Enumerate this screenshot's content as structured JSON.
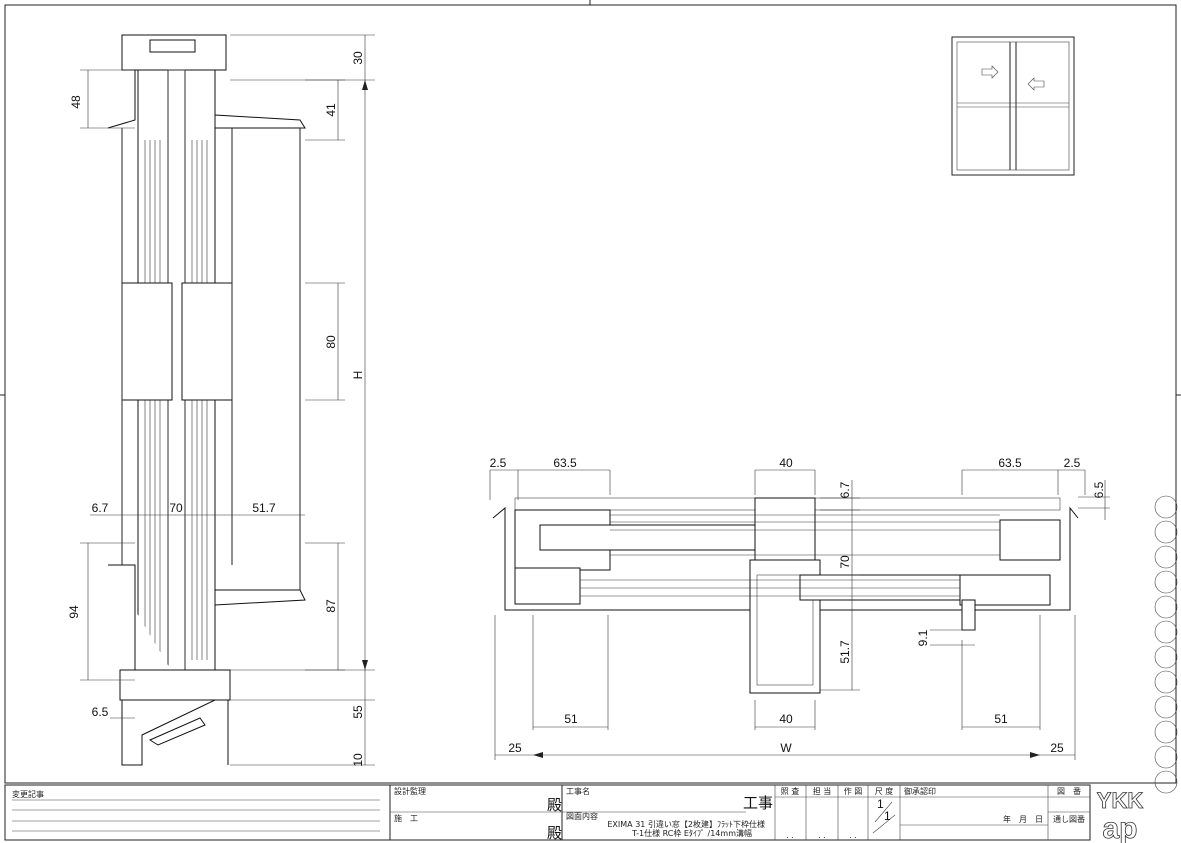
{
  "vertical_section": {
    "dims": {
      "top_30": "30",
      "left_48": "48",
      "right_41": "41",
      "mid_80": "80",
      "height_H": "H",
      "w_6_7": "6.7",
      "w_70": "70",
      "w_51_7": "51.7",
      "left_94": "94",
      "right_87": "87",
      "left_6_5": "6.5",
      "bottom_55": "55",
      "bottom_10": "10"
    }
  },
  "horizontal_section": {
    "dims": {
      "tl_2_5": "2.5",
      "tl_63_5": "63.5",
      "tc_40": "40",
      "tr_63_5": "63.5",
      "tr_2_5": "2.5",
      "r_6_5": "6.5",
      "c_6_7": "6.7",
      "c_70": "70",
      "c_9_1": "9.1",
      "c_51_7": "51.7",
      "bl_51": "51",
      "bc_40": "40",
      "br_51": "51",
      "bl_25": "25",
      "width_W": "W",
      "br_25": "25"
    }
  },
  "title_block": {
    "change_record": "変更記事",
    "design_supervision": "設計監理",
    "construction": "施　工",
    "honorific": "殿",
    "project_name_label": "工事名",
    "project_suffix": "工事",
    "drawing_content_label": "図面内容",
    "drawing_content_line1": "EXIMA 31 引違い窓【2枚建】ﾌﾗｯﾄ下枠仕様",
    "drawing_content_line2": "T-1仕様 RC枠 Eﾀｲﾌﾟ /14mm溝幅",
    "check": "照 査",
    "in_charge": "担 当",
    "drafting": "作 図",
    "scale_label": "尺 度",
    "scale_num": "1",
    "scale_den": "1",
    "approval": "御承認印",
    "date": "年　月　日",
    "drawing_no": "図　番",
    "serial_no": "通し図番",
    "dots": ". .",
    "logo_top": "YKK",
    "logo_bottom": "ap"
  }
}
